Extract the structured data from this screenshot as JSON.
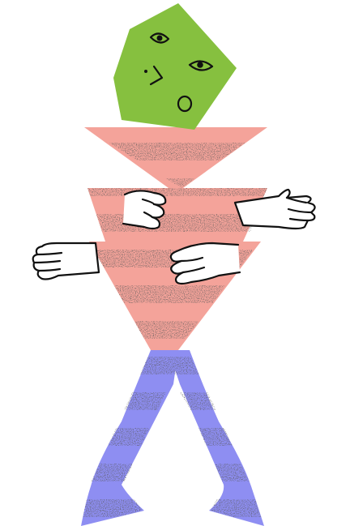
{
  "illustration": {
    "subject": "abstract-geometric-character",
    "colors": {
      "head": "#86c03f",
      "body": "#f4a39a",
      "legs": "#8e8ef2",
      "speckle": "#1a1a1a",
      "outline": "#111111",
      "hands": "#ffffff",
      "background": "#ffffff"
    },
    "parts": [
      "head",
      "three-layer-cone-body",
      "two-legs",
      "four-hands"
    ]
  }
}
